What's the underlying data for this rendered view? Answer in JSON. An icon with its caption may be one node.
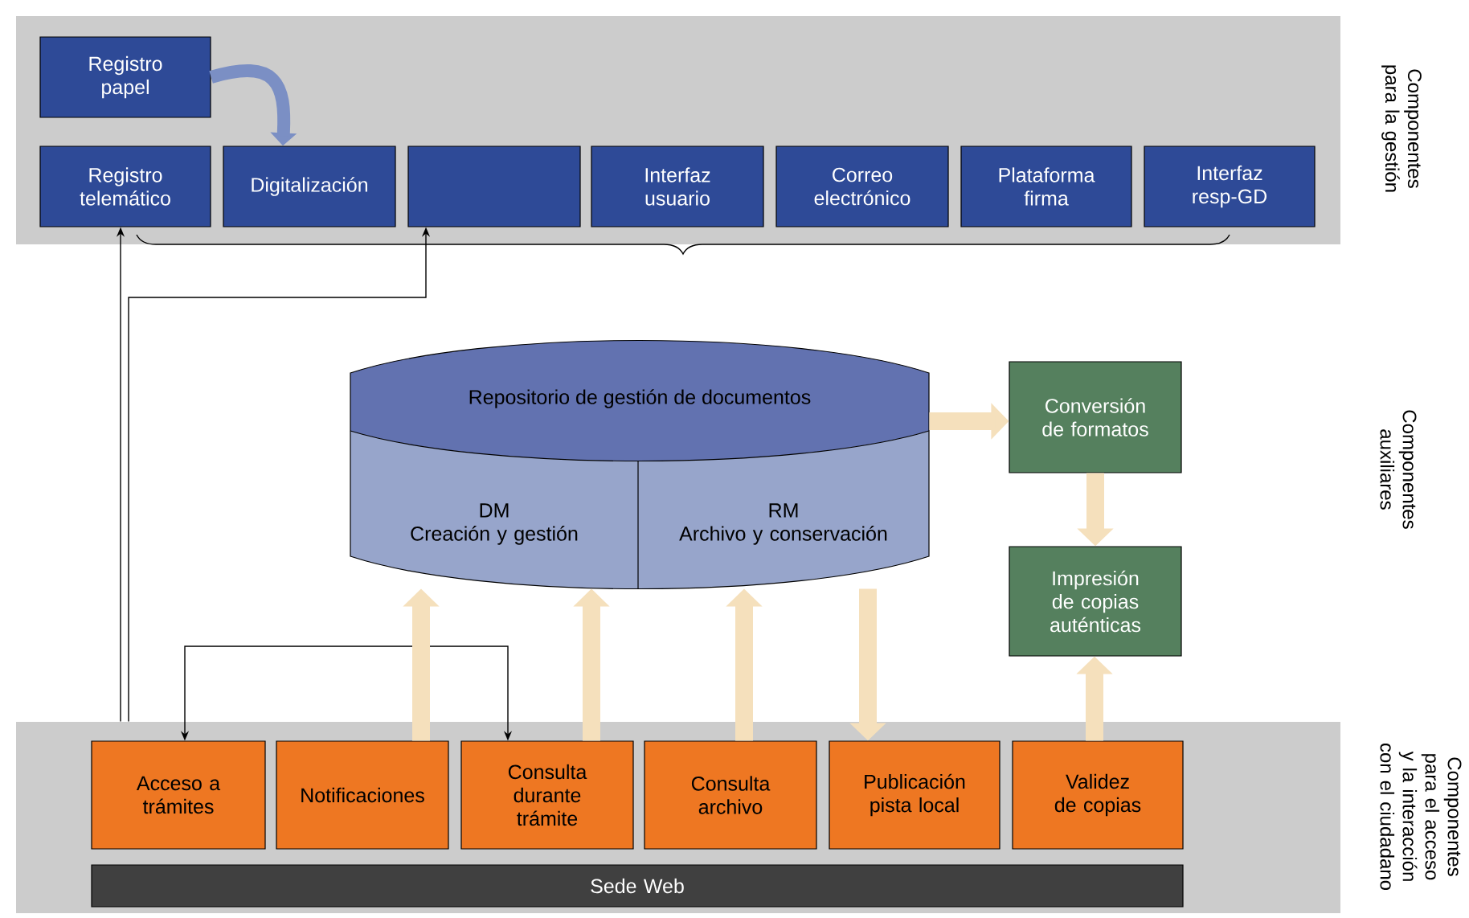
{
  "diagram": {
    "nodes": [
      {
        "text": [
          "Componentes para la gestión"
        ]
      },
      {
        "text": [
          "Registro papel"
        ],
        "in": 0
      },
      {
        "text": [
          "Registro telemático"
        ],
        "in": 0
      },
      {
        "text": [
          "Digitalización"
        ],
        "in": 0
      },
      {
        "text": [],
        "shape": "box",
        "in": 0
      },
      {
        "text": [
          "Interfaz usuario"
        ],
        "in": 0
      },
      {
        "text": [
          "Correo electrónico"
        ],
        "in": 0
      },
      {
        "text": [
          "Plataforma firma"
        ],
        "in": 0
      },
      {
        "text": [
          "Interfaz resp-GD"
        ],
        "in": 0
      },
      {
        "text": [
          "Repositorio de gestión de documentos"
        ]
      },
      {
        "text": [
          "DM",
          "Creación y gestión"
        ],
        "in": 9
      },
      {
        "text": [
          "RM",
          "Archivo y conservación"
        ],
        "in": 9
      },
      {
        "text": [
          "Conversión de formatos"
        ]
      },
      {
        "text": [
          "Impresión de copias auténticas"
        ]
      },
      {
        "text": [
          "Componentes para el acceso y la interacción con el ciudadano"
        ]
      },
      {
        "text": [
          "Acceso a trámites"
        ],
        "in": 14
      },
      {
        "text": [
          "Notificaciones"
        ],
        "in": 14
      },
      {
        "text": [
          "Consulta durante trámite"
        ],
        "in": 14
      },
      {
        "text": [
          "Consulta archivo"
        ],
        "in": 14
      },
      {
        "text": [
          "Publicación pista local"
        ],
        "in": 14
      },
      {
        "text": [
          "Validez de copias"
        ],
        "in": 14
      },
      {
        "text": [
          "Sede Web"
        ],
        "in": 14
      }
    ],
    "edges": [
      {
        "from": 1,
        "to": 3,
        "arrow": "to",
        "color": "#7b8fc4"
      },
      {
        "from": 14,
        "to": 2,
        "arrow": "to",
        "color": "#000000"
      },
      {
        "from": 14,
        "to": 4,
        "arrow": "to",
        "color": "#000000"
      },
      {
        "from": 15,
        "to": 17,
        "arrow": "both",
        "color": "#000000"
      },
      {
        "from": 16,
        "to": 9,
        "arrow": "to",
        "color": "#f5e0bc"
      },
      {
        "from": 17,
        "to": 9,
        "arrow": "to",
        "color": "#f5e0bc"
      },
      {
        "from": 18,
        "to": 9,
        "arrow": "to",
        "color": "#f5e0bc"
      },
      {
        "from": 9,
        "to": 19,
        "arrow": "to",
        "color": "#f5e0bc"
      },
      {
        "from": 20,
        "to": 13,
        "arrow": "to",
        "color": "#f5e0bc"
      },
      {
        "from": 9,
        "to": 12,
        "arrow": "to",
        "color": "#f5e0bc"
      },
      {
        "from": 12,
        "to": 13,
        "arrow": "to",
        "color": "#f5e0bc"
      }
    ],
    "labels": [
      "Componentes auxiliares"
    ]
  }
}
